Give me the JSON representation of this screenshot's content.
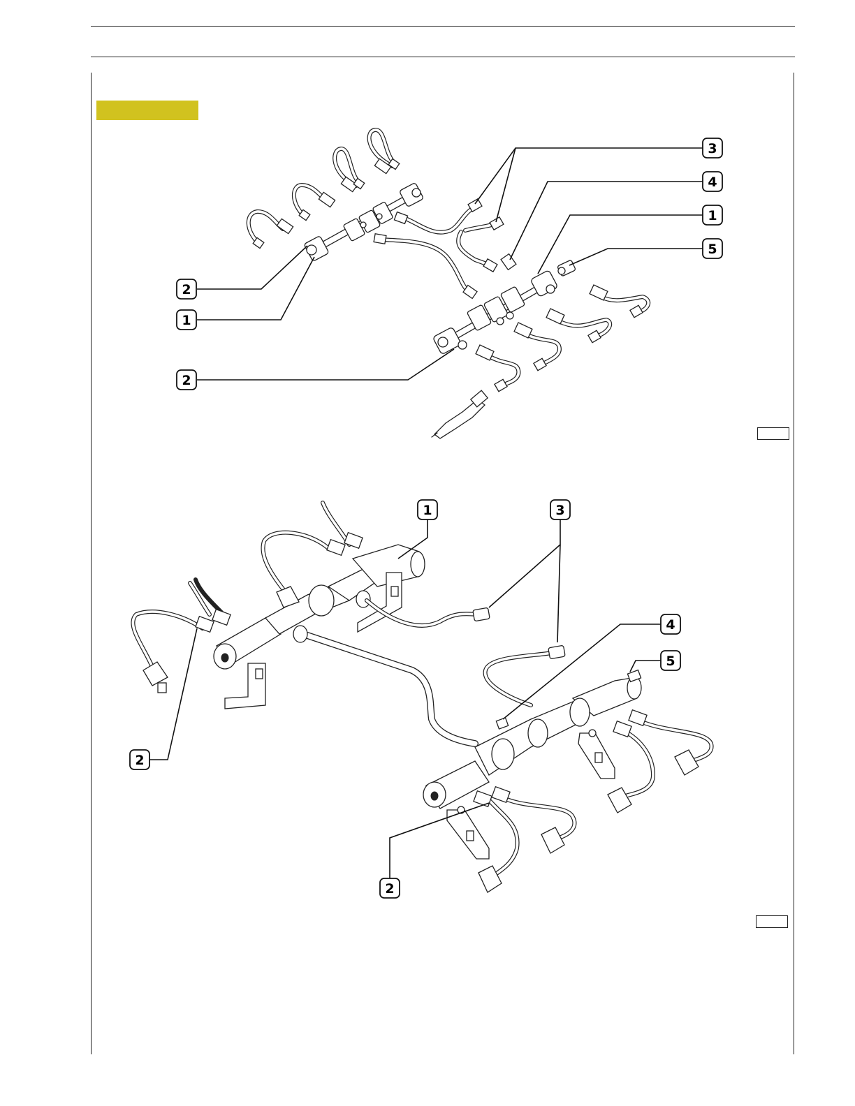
{
  "section_tag": {
    "color": "#d1c21f"
  },
  "figure_top": {
    "callouts": [
      "3",
      "4",
      "1",
      "5",
      "2",
      "1",
      "2"
    ],
    "figure_number": ""
  },
  "figure_bottom": {
    "callouts": [
      "1",
      "3",
      "4",
      "5",
      "2",
      "2"
    ],
    "figure_number": ""
  }
}
